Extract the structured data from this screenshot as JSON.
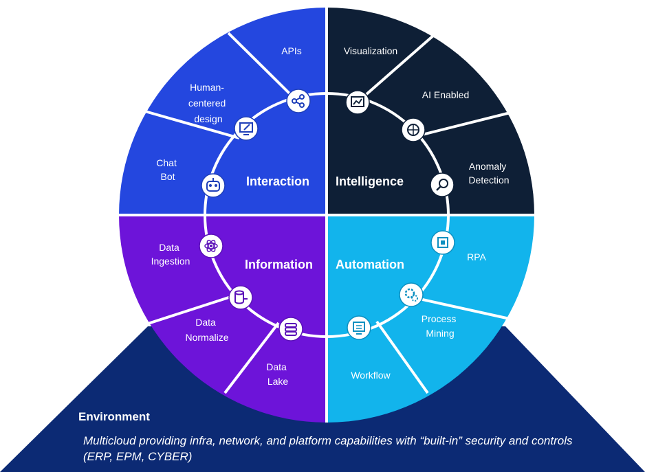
{
  "colors": {
    "interaction": "#2447df",
    "intelligence": "#0e1f36",
    "information": "#6d14d9",
    "automation": "#12b4ec",
    "environment": "#0c2a74",
    "divider": "#ffffff"
  },
  "quadrants": {
    "interaction": "Interaction",
    "intelligence": "Intelligence",
    "information": "Information",
    "automation": "Automation"
  },
  "segments": {
    "apis": [
      "APIs"
    ],
    "human_centered_design": [
      "Human-",
      "centered",
      "design"
    ],
    "chat_bot": [
      "Chat",
      "Bot"
    ],
    "visualization": [
      "Visualization"
    ],
    "ai_enabled": [
      "AI Enabled"
    ],
    "anomaly_detection": [
      "Anomaly",
      "Detection"
    ],
    "data_ingestion": [
      "Data",
      "Ingestion"
    ],
    "data_normalize": [
      "Data",
      "Normalize"
    ],
    "data_lake": [
      "Data",
      "Lake"
    ],
    "rpa": [
      "RPA"
    ],
    "process_mining": [
      "Process",
      "Mining"
    ],
    "workflow": [
      "Workflow"
    ]
  },
  "icons": [
    "share-icon",
    "design-monitor-icon",
    "chatbot-icon",
    "chart-icon",
    "ai-brain-icon",
    "magnifier-icon",
    "atom-icon",
    "database-icon",
    "data-lake-icon",
    "chip-icon",
    "gears-icon",
    "workflow-monitor-icon"
  ],
  "environment": {
    "title": "Environment",
    "description": "Multicloud providing infra, network, and platform capabilities with “built-in” security and controls (ERP, EPM, CYBER)"
  }
}
